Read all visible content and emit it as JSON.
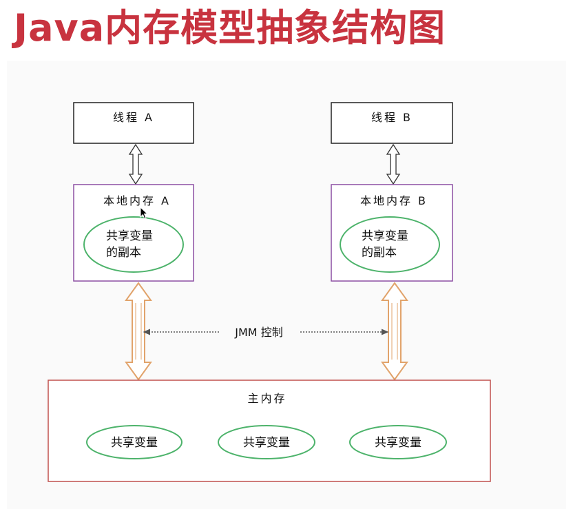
{
  "title": "Java内存模型抽象结构图",
  "diagram": {
    "thread_a": "线程 A",
    "thread_b": "线程 B",
    "local_a": "本地内存 A",
    "local_b": "本地内存 B",
    "copy_line1": "共享变量",
    "copy_line2": "的副本",
    "jmm": "JMM 控制",
    "main_memory": "主内存",
    "shared_var": "共享变量"
  },
  "colors": {
    "title": "#c8333f",
    "local_border": "#8c4fa3",
    "main_border": "#c0504d",
    "ellipse": "#4db36b",
    "jmm_arrow": "#e1a36b"
  }
}
